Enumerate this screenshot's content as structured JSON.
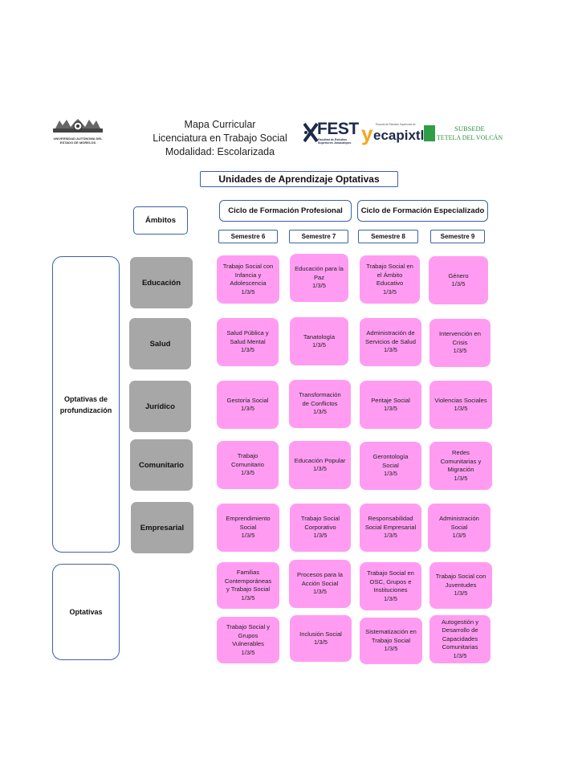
{
  "header": {
    "title_lines": [
      "Mapa Curricular",
      "Licenciatura en Trabajo Social",
      "Modalidad: Escolarizada"
    ],
    "logos": {
      "uaem_text": [
        "UNIVERSIDAD AUTÓNOMA DEL",
        "ESTADO DE MORELOS"
      ],
      "fest_word": "FEST",
      "fest_sub": [
        "Facultad de Estudios",
        "Superiores Jonacatepec"
      ],
      "tec_word": "ecapixtla",
      "tec_letter": "y",
      "tec_top": "Escuela de Estudios Superiores de",
      "subsede_top": "SUBSEDE",
      "subsede_bottom": "TETELA DEL VOLCÁN"
    }
  },
  "main_title": "Unidades de Aprendizaje Optativas",
  "ambitos_label": "Ámbitos",
  "ciclos": [
    "Ciclo de Formación Profesional",
    "Ciclo de Formación Especializado"
  ],
  "semestres": [
    "Semestre 6",
    "Semestre 7",
    "Semestre 8",
    "Semestre  9"
  ],
  "side_labels": {
    "profundizacion": [
      "Optativas de",
      "profundización"
    ],
    "optativas": "Optativas"
  },
  "ambitos": [
    "Educación",
    "Salud",
    "Jurídico",
    "Comunitario",
    "Empresarial"
  ],
  "courses": [
    {
      "lines": [
        "Trabajo Social con",
        "Infancia y",
        "Adolescencia"
      ],
      "credits": "1/3/5"
    },
    {
      "lines": [
        "Educación para la",
        "Paz"
      ],
      "credits": "1/3/5"
    },
    {
      "lines": [
        "Trabajo Social en",
        "el Ámbito",
        "Educativo"
      ],
      "credits": "1/3/5"
    },
    {
      "lines": [
        "Género"
      ],
      "credits": "1/3/5"
    },
    {
      "lines": [
        "Salud Pública y",
        "Salud Mental"
      ],
      "credits": "1/3/5"
    },
    {
      "lines": [
        "Tanatología"
      ],
      "credits": "1/3/5"
    },
    {
      "lines": [
        "Administración de",
        "Servicios de Salud"
      ],
      "credits": "1/3/5"
    },
    {
      "lines": [
        "Intervención en",
        "Crisis"
      ],
      "credits": "1/3/5"
    },
    {
      "lines": [
        "Gestoría Social"
      ],
      "credits": "1/3/5"
    },
    {
      "lines": [
        "Transformación",
        "de Conflictos"
      ],
      "credits": "1/3/5"
    },
    {
      "lines": [
        "Peritaje Social"
      ],
      "credits": "1/3/5"
    },
    {
      "lines": [
        "Violencias Sociales"
      ],
      "credits": "1/3/5"
    },
    {
      "lines": [
        "Trabajo",
        "Comunitario"
      ],
      "credits": "1/3/5"
    },
    {
      "lines": [
        "Educación Popular"
      ],
      "credits": "1/3/5"
    },
    {
      "lines": [
        "Gerontología",
        "Social"
      ],
      "credits": "1/3/5"
    },
    {
      "lines": [
        "Redes",
        "Comunitarias y",
        "Migración"
      ],
      "credits": "1/3/5"
    },
    {
      "lines": [
        "Emprendimiento",
        "Social"
      ],
      "credits": "1/3/5"
    },
    {
      "lines": [
        "Trabajo Social",
        "Corporativo"
      ],
      "credits": "1/3/5"
    },
    {
      "lines": [
        "Responsabilidad",
        "Social Empresarial"
      ],
      "credits": "1/3/5"
    },
    {
      "lines": [
        "Administración",
        "Social"
      ],
      "credits": "1/3/5"
    },
    {
      "lines": [
        "Familias",
        "Contemporáneas",
        "y Trabajo Social"
      ],
      "credits": "1/3/5"
    },
    {
      "lines": [
        "Procesos para la",
        "Acción Social"
      ],
      "credits": "1/3/5"
    },
    {
      "lines": [
        "Trabajo Social en",
        "OSC, Grupos e",
        "Instituciones"
      ],
      "credits": "1/3/5"
    },
    {
      "lines": [
        "Trabajo Social con",
        "Juventudes"
      ],
      "credits": "1/3/5"
    },
    {
      "lines": [
        "Trabajo Social y",
        "Grupos",
        "Vulnerables"
      ],
      "credits": "1/3/5"
    },
    {
      "lines": [
        "Inclusión Social"
      ],
      "credits": "1/3/5"
    },
    {
      "lines": [
        "Sistematización en",
        "Trabajo Social"
      ],
      "credits": "1/3/5"
    },
    {
      "lines": [
        "Autogestión y",
        "Desarrollo de",
        "Capacidades",
        "Comunitarias"
      ],
      "credits": "1/3/5"
    }
  ]
}
